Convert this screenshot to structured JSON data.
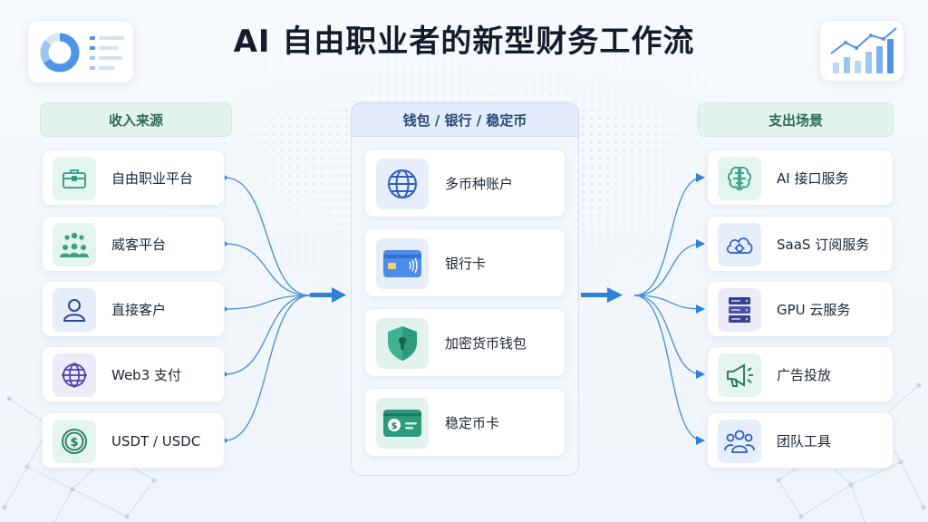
{
  "title": "AI 自由职业者的新型财务工作流",
  "income": {
    "header": "收入来源",
    "items": [
      {
        "label": "自由职业平台",
        "icon": "briefcase-icon"
      },
      {
        "label": "威客平台",
        "icon": "people-group-icon"
      },
      {
        "label": "直接客户",
        "icon": "person-icon"
      },
      {
        "label": "Web3 支付",
        "icon": "globe-network-icon"
      },
      {
        "label": "USDT / USDC",
        "icon": "dollar-coin-icon"
      }
    ]
  },
  "wallet": {
    "header": "钱包 / 银行 / 稳定币",
    "items": [
      {
        "label": "多币种账户",
        "icon": "globe-icon"
      },
      {
        "label": "银行卡",
        "icon": "bank-card-icon"
      },
      {
        "label": "加密货币钱包",
        "icon": "shield-lock-icon"
      },
      {
        "label": "稳定币卡",
        "icon": "dollar-card-icon"
      }
    ]
  },
  "expense": {
    "header": "支出场景",
    "items": [
      {
        "label": "AI 接口服务",
        "icon": "brain-icon"
      },
      {
        "label": "SaaS 订阅服务",
        "icon": "cloud-gear-icon"
      },
      {
        "label": "GPU 云服务",
        "icon": "server-icon"
      },
      {
        "label": "广告投放",
        "icon": "megaphone-icon"
      },
      {
        "label": "团队工具",
        "icon": "team-icon"
      }
    ]
  },
  "colors": {
    "flow": "#2f80d6",
    "green_accent": "#2d9a7e",
    "blue_accent": "#3b6fd6",
    "purple_accent": "#4b3fa8"
  }
}
